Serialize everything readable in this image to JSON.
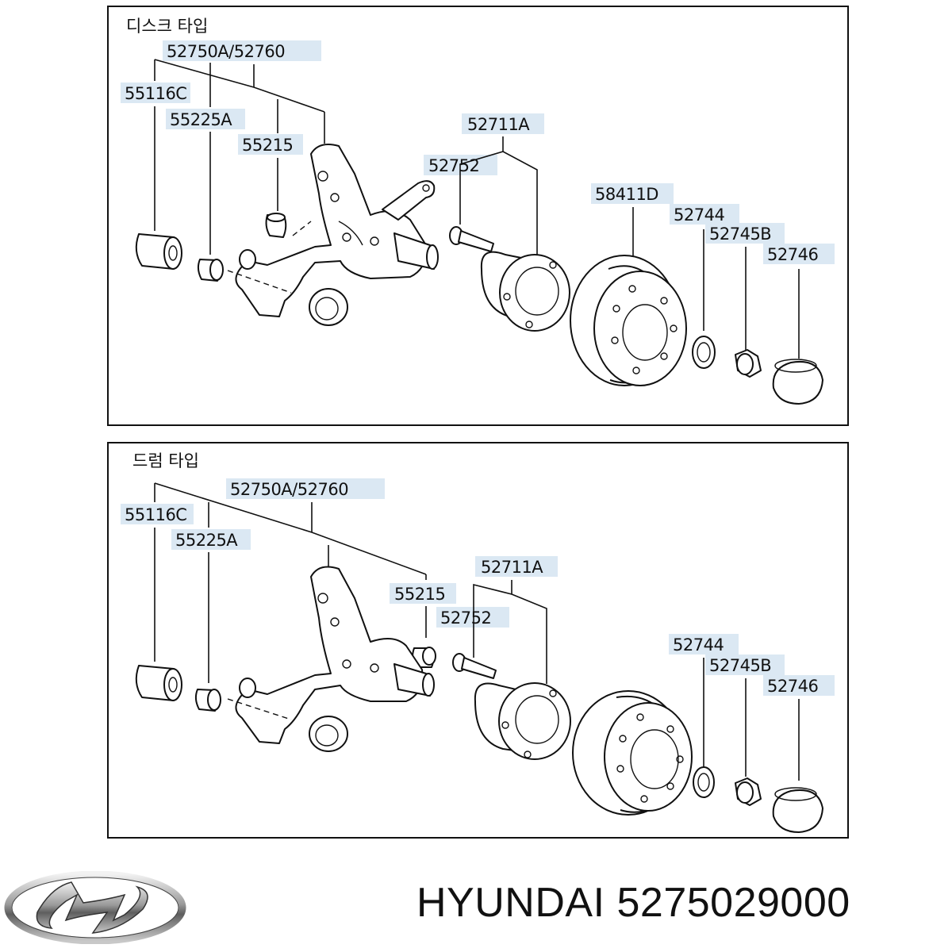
{
  "disc": {
    "title": "디스크 타입",
    "labels": {
      "a": "52750A/52760",
      "b": "55116C",
      "c": "55225A",
      "d": "55215",
      "e": "52711A",
      "f": "52752",
      "g": "58411D",
      "h": "52744",
      "i": "52745B",
      "j": "52746"
    }
  },
  "drum": {
    "title": "드럼 타입",
    "labels": {
      "a": "52750A/52760",
      "b": "55116C",
      "c": "55225A",
      "d": "55215",
      "e": "52711A",
      "f": "52752",
      "h": "52744",
      "i": "52745B",
      "j": "52746"
    }
  },
  "footer": {
    "brand_text": "HYUNDAI 5275029000",
    "logo_icon": "hyundai-logo-icon"
  }
}
